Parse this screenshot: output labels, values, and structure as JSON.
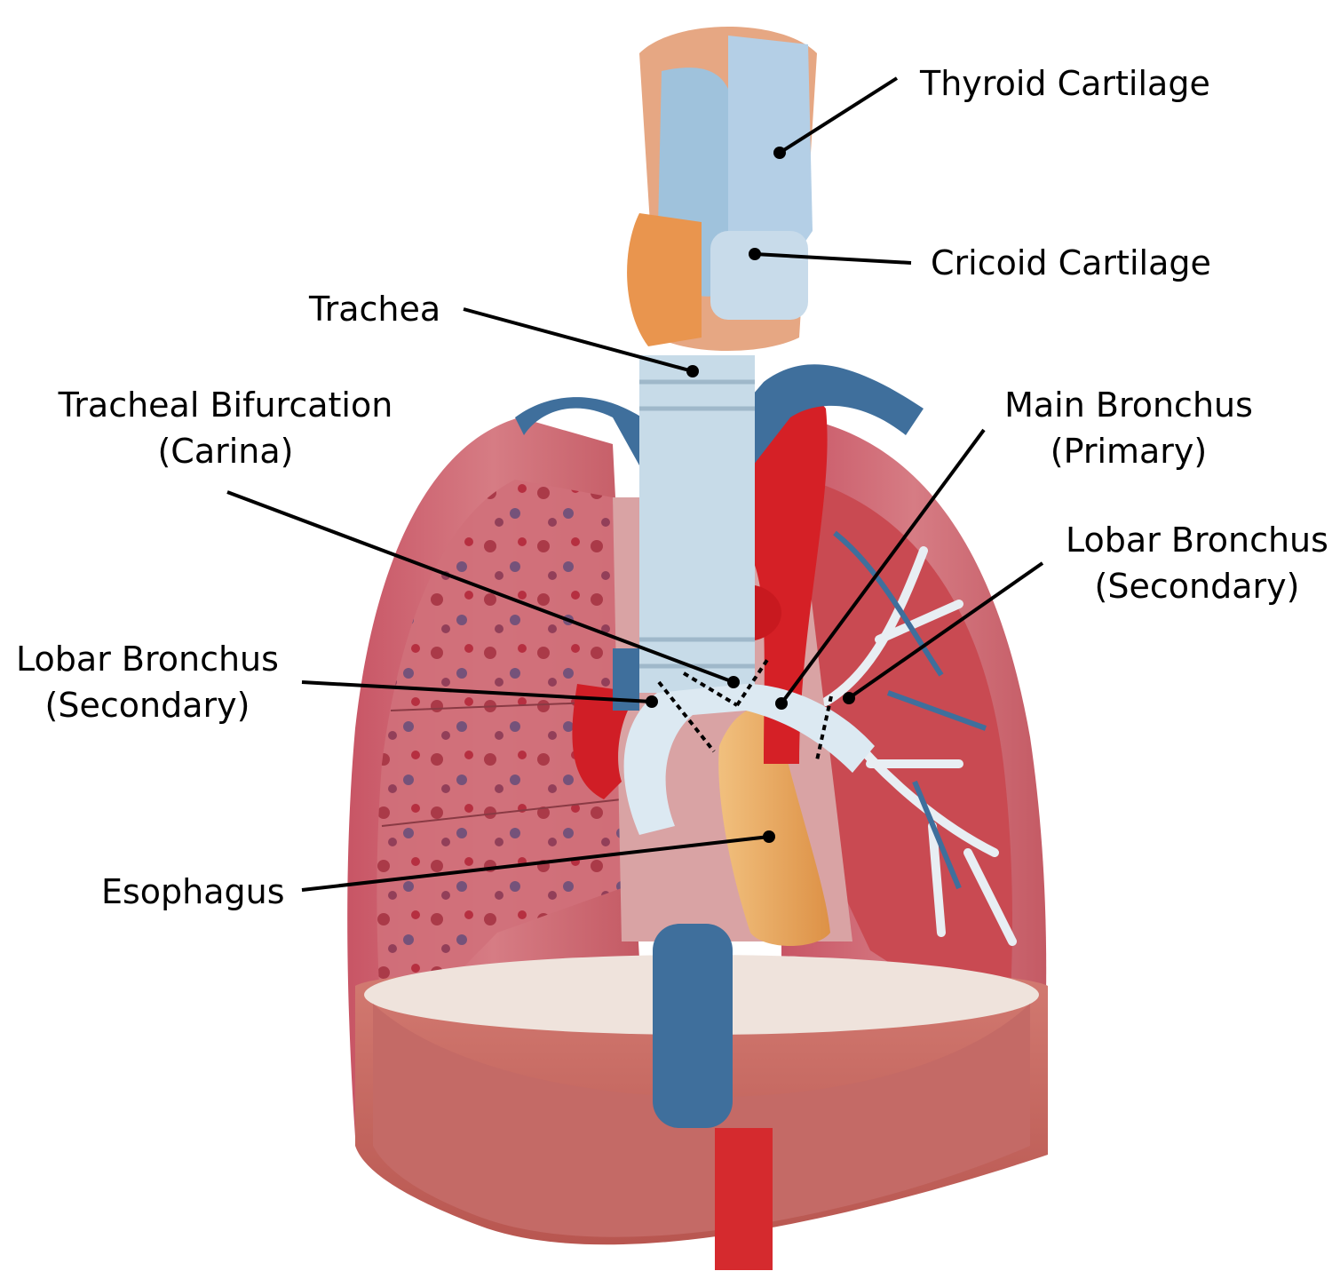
{
  "labels": {
    "thyroid_cartilage": "Thyroid Cartilage",
    "cricoid_cartilage": "Cricoid Cartilage",
    "trachea": "Trachea",
    "tracheal_bifurcation": {
      "line1": "Tracheal Bifurcation",
      "line2": "(Carina)"
    },
    "main_bronchus": {
      "line1": "Main Bronchus",
      "line2": "(Primary)"
    },
    "lobar_bronchus_right": {
      "line1": "Lobar Bronchus",
      "line2": "(Secondary)"
    },
    "lobar_bronchus_left": {
      "line1": "Lobar Bronchus",
      "line2": "(Secondary)"
    },
    "esophagus": "Esophagus"
  },
  "colors": {
    "background": "#ffffff",
    "label_text": "#000000",
    "leader_line": "#000000",
    "lung_tissue": "#c45a64",
    "lung_highlight": "#d9848a",
    "vein_blue": "#3f6f9c",
    "artery_red": "#d01e26",
    "cartilage_blue": "#b4cfe6",
    "bronchus_white": "#dce9f2",
    "esophagus_tan": "#e8a55a",
    "diaphragm": "#c2615e"
  }
}
